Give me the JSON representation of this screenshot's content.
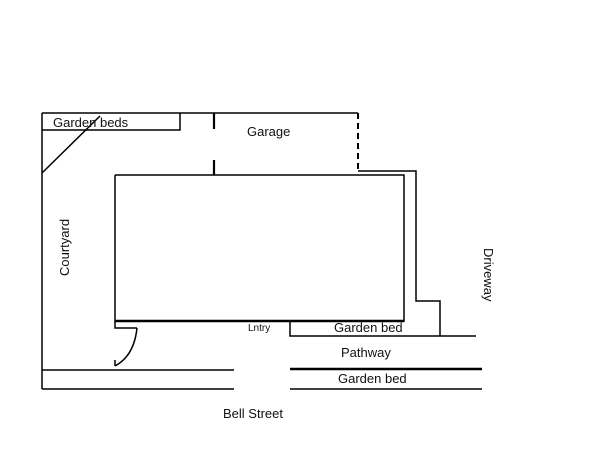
{
  "labels": {
    "garden_beds_top": "Garden beds",
    "garage": "Garage",
    "courtyard": "Courtyard",
    "driveway": "Driveway",
    "entry": "Lntry",
    "garden_bed_right": "Garden bed",
    "pathway": "Pathway",
    "garden_bed_bottom": "Garden bed",
    "street": "Bell Street"
  },
  "colors": {
    "line": "#000000",
    "text": "#111111",
    "background": "#ffffff"
  }
}
